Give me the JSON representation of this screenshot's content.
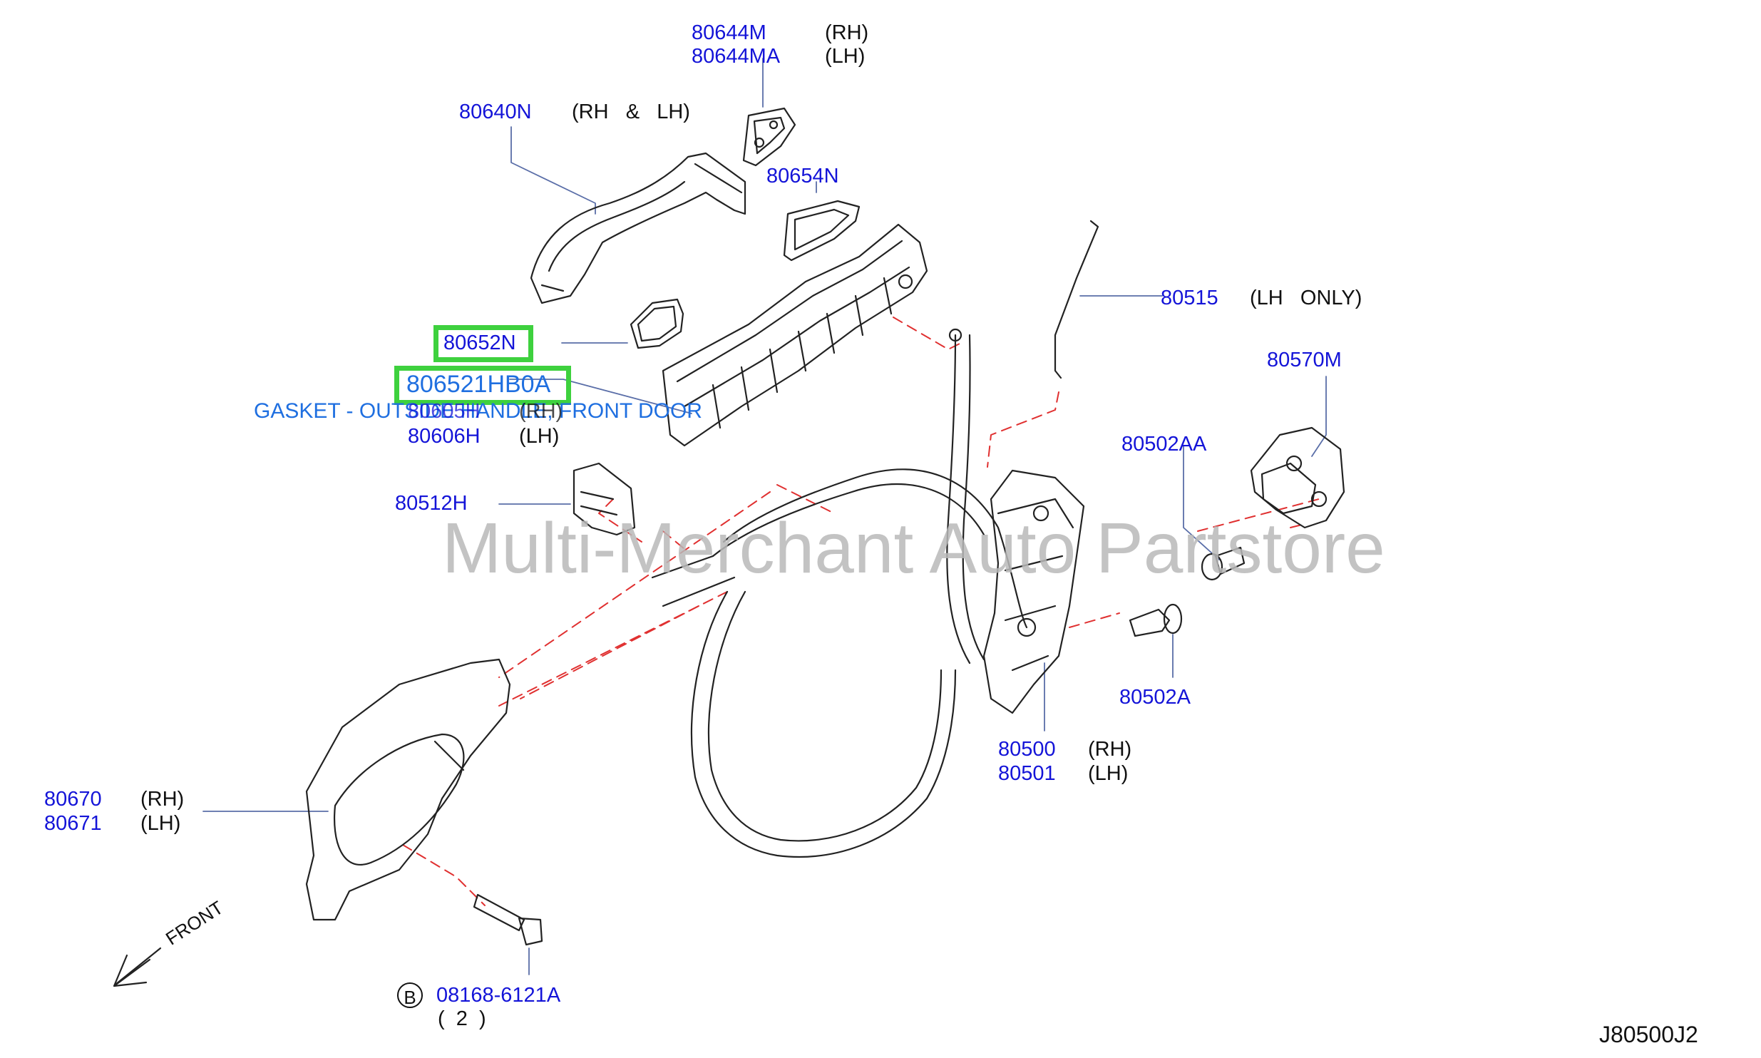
{
  "diagram": {
    "code": "J80500J2",
    "watermark": "Multi-Merchant Auto Partstore",
    "tooltip": "GASKET - OUTSIDE HANDLE, FRONT DOOR",
    "front_label": "FRONT",
    "highlight_colors": {
      "box": "#3ed13e",
      "part": "#1414d8",
      "tooltip": "#1f6fe0",
      "leader_dash": "#e03030"
    },
    "parts": {
      "p80644M": {
        "num": "80644M",
        "side": "(RH)"
      },
      "p80644MA": {
        "num": "80644MA",
        "side": "(LH)"
      },
      "p80640N": {
        "num": "80640N",
        "side": "(RH   &   LH)"
      },
      "p80654N": {
        "num": "80654N"
      },
      "p80515": {
        "num": "80515",
        "side": "(LH   ONLY)"
      },
      "p80570M": {
        "num": "80570M"
      },
      "p80652N": {
        "num": "80652N"
      },
      "p806521HB0A": {
        "num": "806521HB0A"
      },
      "p80605H": {
        "num": "80605H",
        "side": "(RH)"
      },
      "p80606H": {
        "num": "80606H",
        "side": "(LH)"
      },
      "p80502AA": {
        "num": "80502AA"
      },
      "p80512H": {
        "num": "80512H"
      },
      "p80502A": {
        "num": "80502A"
      },
      "p80500": {
        "num": "80500",
        "side": "(RH)"
      },
      "p80501": {
        "num": "80501",
        "side": "(LH)"
      },
      "p80670": {
        "num": "80670",
        "side": "(RH)"
      },
      "p80671": {
        "num": "80671",
        "side": "(LH)"
      },
      "bolt": {
        "badge": "B",
        "num": "08168-6121A",
        "qty": "(  2  )"
      }
    }
  }
}
